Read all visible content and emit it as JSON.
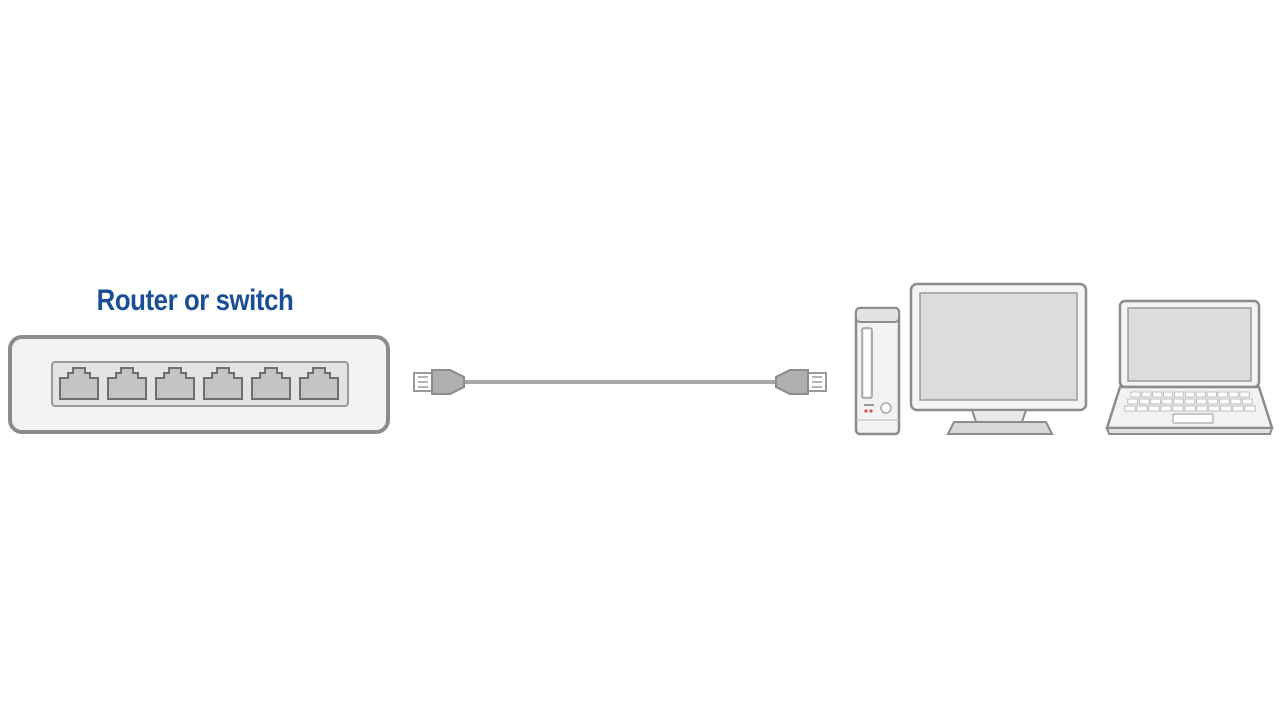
{
  "diagram": {
    "router": {
      "label": "Router or switch",
      "port_count": 6
    },
    "cable": {
      "connector_type": "RJ45"
    },
    "devices": [
      {
        "type": "desktop-tower"
      },
      {
        "type": "monitor"
      },
      {
        "type": "laptop"
      }
    ],
    "colors": {
      "label": "#1a4f96",
      "outline": "#8c8c8c",
      "fill_light": "#e6e6e6",
      "fill_mid": "#d4d4d4",
      "cable": "#a8a8a8",
      "tower_led": "#d9534f"
    }
  }
}
